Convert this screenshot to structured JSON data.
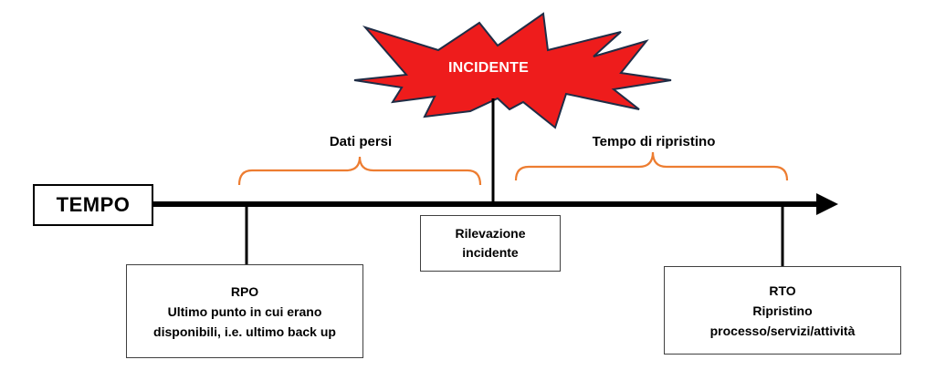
{
  "timeline": {
    "label": "TEMPO"
  },
  "incident": {
    "label": "INCIDENTE",
    "burst_color": "#ee1c1c"
  },
  "spans": {
    "lost_data": "Dati persi",
    "recovery_time": "Tempo di ripristino",
    "bracket_color": "#ed7d31"
  },
  "detection": {
    "line1": "Rilevazione",
    "line2": "incidente"
  },
  "rpo": {
    "title": "RPO",
    "line1": "Ultimo punto in cui erano",
    "line2": "disponibili, i.e. ultimo back up"
  },
  "rto": {
    "title": "RTO",
    "line1": "Ripristino",
    "line2": "processo/servizi/attività"
  }
}
